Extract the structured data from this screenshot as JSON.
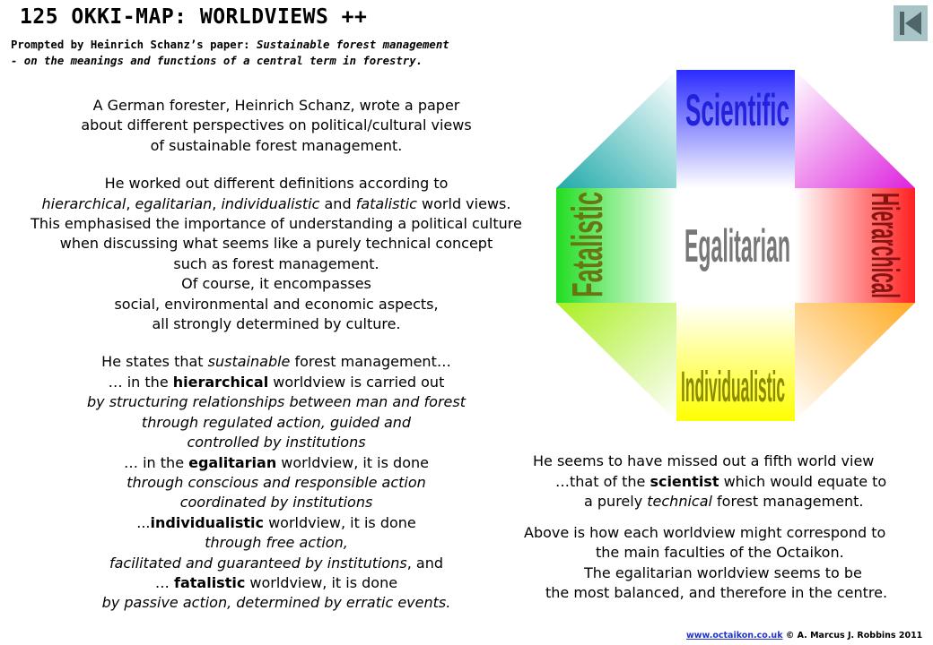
{
  "header": {
    "title": "125 OKKI-MAP: WORLDVIEWS ++",
    "subtitle_prefix": "Prompted by Heinrich Schanz’s paper: ",
    "subtitle_paper_1": "Sustainable forest management",
    "subtitle_paper_2": "- on the meanings and functions of a central term in forestry."
  },
  "nav": {
    "back_icon": "skip-back-icon"
  },
  "intro": {
    "p1": [
      "A German forester, Heinrich Schanz, wrote a paper",
      "about different perspectives on political/cultural views",
      "of sustainable forest management."
    ],
    "p2_line1": "He worked out different definitions  according to",
    "p2_line2": {
      "w1": "hierarchical",
      "s1": ", ",
      "w2": "egalitarian",
      "s2": ", ",
      "w3": "individualistic",
      "s3": " and ",
      "w4": "fatalistic",
      "s4": " world views."
    },
    "p2_rest": [
      "This emphasised the importance of understanding a political culture",
      "when discussing what seems like a purely technical  concept",
      "such as forest management.",
      "Of course, it encompasses",
      "social, environmental and economic aspects,",
      "all strongly determined by culture."
    ]
  },
  "states": {
    "l1_a": "He states that ",
    "l1_b": "sustainable",
    "l1_c": " forest management…",
    "l2_a": "… in the  ",
    "l2_b": "hierarchical",
    "l2_c": " worldview is carried out",
    "l3": "by structuring relationships between man and forest",
    "l4": "through regulated action, guided and",
    "l5": "controlled by institutions",
    "l6_a": "… in the  ",
    "l6_b": "egalitarian",
    "l6_c": " worldview, it is done",
    "l7": "through conscious and responsible action",
    "l8": "coordinated by institutions",
    "l9_a": "...",
    "l9_b": "individualistic",
    "l9_c": " worldview, it is done",
    "l10": "through free action,",
    "l11_a": "facilitated and guaranteed by institutions",
    "l11_b": ", and",
    "l12_a": "…  ",
    "l12_b": "fatalistic",
    "l12_c": " worldview, it is done",
    "l13": "by passive action, determined by erratic events."
  },
  "right": {
    "l1": "He seems to have missed out a fifth world view",
    "l2_a": "…that of the ",
    "l2_b": "scientist",
    "l2_c": " which would equate to",
    "l3_a": "a purely ",
    "l3_b": "technical",
    "l3_c": " forest management.",
    "l4": "Above is how each worldview might correspond to",
    "l5": "the main faculties of the Octaikon.",
    "l6": "The egalitarian worldview seems to be",
    "l7": "the most balanced, and therefore in the centre."
  },
  "diagram": {
    "top": "Scientific",
    "left": "Fatalistic",
    "right": "Hierarchical",
    "bottom": "Individualistic",
    "center": "Egalitarian",
    "colors": {
      "top_label": "#2222dd",
      "left_label": "#667711",
      "right_label": "#881111",
      "bottom_label": "#8a8a00",
      "center_label": "#777777",
      "blue": "#2a2aff",
      "red": "#ff2020",
      "yellow": "#ffff00",
      "green": "#22dd22",
      "magenta": "#dd22dd",
      "cyan": "#22aaaa",
      "orange": "#ffaa22",
      "lime": "#aaee22"
    }
  },
  "footer": {
    "link": "www.octaikon.co.uk",
    "copyright": " © A. Marcus J. Robbins 2011"
  }
}
